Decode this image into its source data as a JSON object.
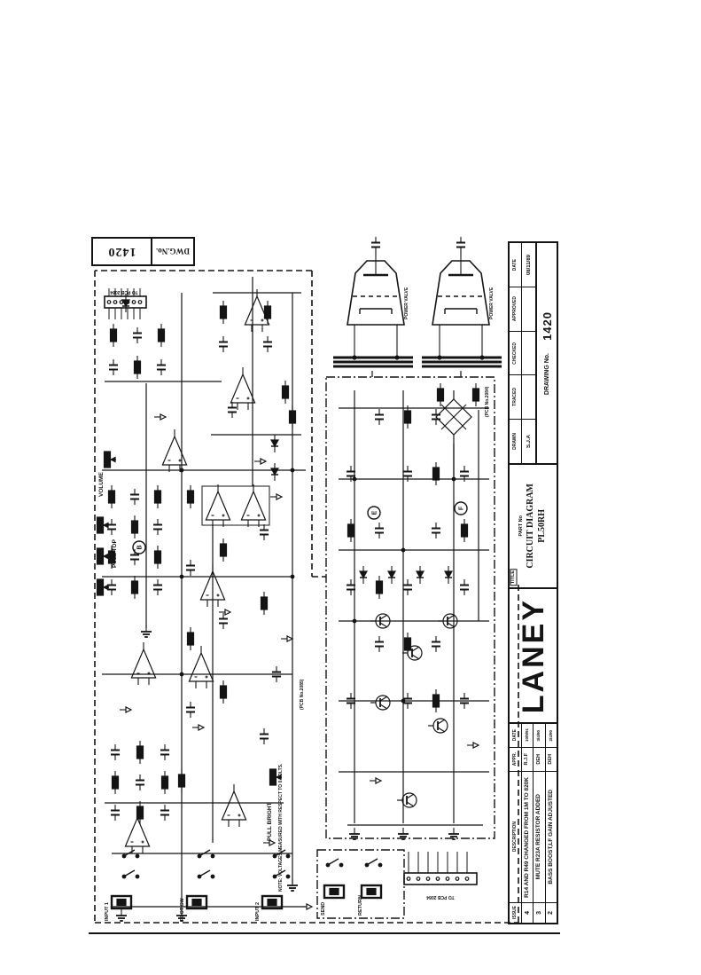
{
  "dwg_box": {
    "label": "DWG.No.",
    "value": "1420"
  },
  "title_block": {
    "approvals": {
      "cells": [
        {
          "header": "DATE",
          "value": "08/11/89"
        },
        {
          "header": "APPROVED",
          "value": ""
        },
        {
          "header": "CHECKED",
          "value": ""
        },
        {
          "header": "TRACED",
          "value": ""
        },
        {
          "header": "DRAWN",
          "value": "S.J.A"
        }
      ]
    },
    "drawing_no_label": "DRAWING No.",
    "drawing_no_value": "1420",
    "title_label": "TITLE",
    "title_line1": "PL50RH",
    "title_line2": "CIRCUIT DIAGRAM",
    "part_no_label": "PART No",
    "brand": "LANEY"
  },
  "revision_table": {
    "headers": {
      "issue": "ISSUE",
      "description": "DESCRIPTION",
      "appr": "APPR.",
      "date": "DATE"
    },
    "rows": [
      {
        "issue": "4",
        "description": "R14 AND R49 CHANGED FROM 1M TO 820K",
        "appr": "R.J.F",
        "date": "10/9/91"
      },
      {
        "issue": "3",
        "description": "MUTE  R23A RESISTOR ADDED",
        "appr": "DEH",
        "date": "3/4/90"
      },
      {
        "issue": "2",
        "description": "BASS  BOOST,LF GAIN ADJUSTED",
        "appr": "DEH",
        "date": "2/4/90"
      }
    ]
  },
  "schematic": {
    "labels": {
      "volume": "VOLUME",
      "pull_top": "PULL TOP",
      "pull_bright": "PULL BRIGHT",
      "power_valve_1": "POWER VALVE",
      "power_valve_2": "POWER VALVE",
      "to_pcb_top": "TO PCB 2084",
      "to_pcb_bottom": "TO PCB 2084",
      "pcb_note_power": "(PCB No.2084)",
      "pcb_note_pre": "(PCB No.2085)",
      "note": "NOTE: VOLTAGES MEASURED WITH RESPECT TO 0 VOLTS.",
      "input1": "INPUT 1",
      "foot_sw": "FOOT SW",
      "input2": "INPUT 2",
      "send": "SEND",
      "return": "RETURN"
    },
    "nodes": {
      "n1": "B",
      "n2": "E",
      "n3": "F"
    },
    "ink_color": "#141414"
  }
}
